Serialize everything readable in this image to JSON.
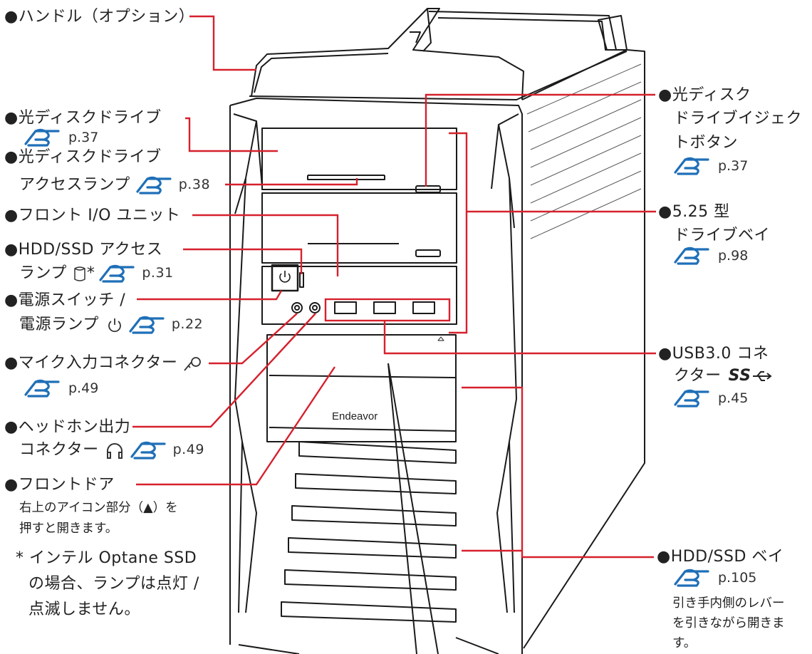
{
  "colors": {
    "leader": "#d6212d",
    "accent": "#1f6fb8",
    "line": "#1a1a1a"
  },
  "brand": "Endeavor",
  "icons": {
    "ref": "pointing-hand-icon",
    "power": "power-icon",
    "mic": "microphone-icon",
    "headphone": "headphone-icon",
    "drive": "drive-icon",
    "usb": "usb-ss-icon",
    "eject": "eject-icon"
  },
  "labels": {
    "handle": "●ハンドル（オプション）",
    "odd": "●光ディスクドライブ",
    "odd_ref": "p.37",
    "odd_lamp_1": "●光ディスクドライブ",
    "odd_lamp_2": "アクセスランプ",
    "odd_lamp_ref": "p.38",
    "front_io": "●フロント I/O ユニット",
    "hdd_lamp_1": "●HDD/SSD アクセス",
    "hdd_lamp_2": "ランプ",
    "hdd_lamp_star": "*",
    "hdd_lamp_ref": "p.31",
    "power_1": "●電源スイッチ /",
    "power_2": "電源ランプ",
    "power_ref": "p.22",
    "mic": "●マイク入力コネクター",
    "mic_ref": "p.49",
    "hp_1": "●ヘッドホン出力",
    "hp_2": "コネクター",
    "hp_ref": "p.49",
    "door": "●フロントドア",
    "door_note_1": "右上のアイコン部分（",
    "door_note_eject": "▲",
    "door_note_2": "）を",
    "door_note_3": "押すと開きます。",
    "footnote_1": "* インテル Optane SSD",
    "footnote_2": "の場合、ランプは点灯 /",
    "footnote_3": "点滅しません。",
    "eject_1": "●光ディスク",
    "eject_2": "ドライブイジェク",
    "eject_3": "トボタン",
    "eject_ref": "p.37",
    "bay_1": "●5.25 型",
    "bay_2": "ドライブベイ",
    "bay_ref": "p.98",
    "usb_1": "●USB3.0 コネ",
    "usb_2": "クター",
    "usb_ss": "SS",
    "usb_ref": "p.45",
    "hddbay": "●HDD/SSD ベイ",
    "hddbay_ref": "p.105",
    "hddbay_note_1": "引き手内側のレバー",
    "hddbay_note_2": "を引きながら開きま",
    "hddbay_note_3": "す。"
  }
}
